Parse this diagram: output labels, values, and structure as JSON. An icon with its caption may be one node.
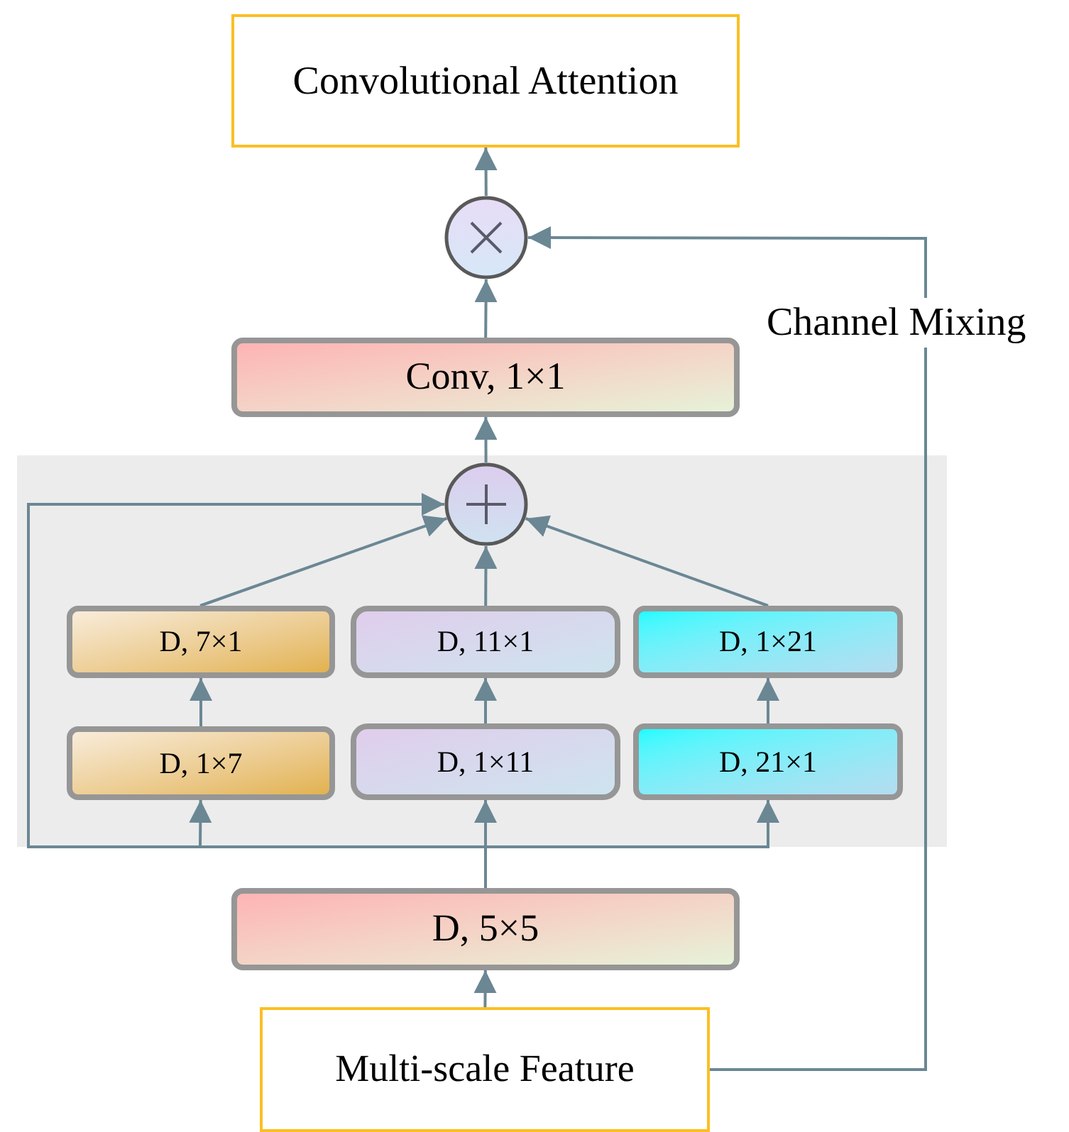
{
  "diagram": {
    "nodes": [
      {
        "text": [
          "Convolutional Attention"
        ]
      },
      {
        "text": [],
        "shape": "circle"
      },
      {
        "text": [
          "Conv, 1×1"
        ]
      },
      {
        "text": [],
        "shape": "circle"
      },
      {
        "text": [
          "D, 7×1"
        ]
      },
      {
        "text": [
          "D, 11×1"
        ]
      },
      {
        "text": [
          "D, 1×21"
        ]
      },
      {
        "text": [
          "D, 1×7"
        ]
      },
      {
        "text": [
          "D, 1×11"
        ]
      },
      {
        "text": [
          "D, 21×1"
        ]
      },
      {
        "text": [
          "D, 5×5"
        ]
      },
      {
        "text": [
          "Multi-scale Feature"
        ]
      }
    ],
    "edges": [
      {
        "from": 11,
        "to": 10,
        "arrow": "to"
      },
      {
        "from": 10,
        "to": 7,
        "arrow": "to"
      },
      {
        "from": 10,
        "to": 8,
        "arrow": "to"
      },
      {
        "from": 10,
        "to": 9,
        "arrow": "to"
      },
      {
        "from": 10,
        "to": 3,
        "arrow": "to"
      },
      {
        "from": 7,
        "to": 4,
        "arrow": "to"
      },
      {
        "from": 8,
        "to": 5,
        "arrow": "to"
      },
      {
        "from": 9,
        "to": 6,
        "arrow": "to"
      },
      {
        "from": 4,
        "to": 3,
        "arrow": "to"
      },
      {
        "from": 5,
        "to": 3,
        "arrow": "to"
      },
      {
        "from": 6,
        "to": 3,
        "arrow": "to"
      },
      {
        "from": 3,
        "to": 2,
        "arrow": "to"
      },
      {
        "from": 2,
        "to": 1,
        "arrow": "to"
      },
      {
        "from": 1,
        "to": 0,
        "arrow": "to"
      },
      {
        "from": 11,
        "to": 1,
        "arrow": "to",
        "label": "Channel Mixing"
      }
    ]
  }
}
